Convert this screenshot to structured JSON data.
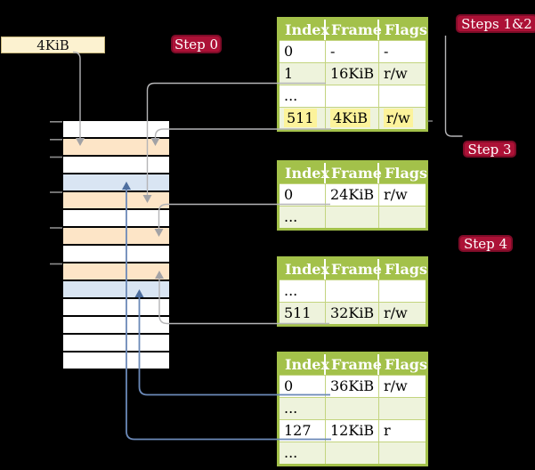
{
  "colors": {
    "background": "#000000",
    "badge_bg": "#ac1136",
    "badge_border": "#7e0c28",
    "box_bg": "#fcf2d0",
    "box_border": "#c9b87c",
    "table_header_bg": "#a3c14a",
    "table_border": "#a3c14a",
    "table_grid": "#c3d47f",
    "row_green": "#eef3dc",
    "highlight_yellow": "#fcf39b",
    "mem_white": "#ffffff",
    "mem_peach": "#fde5c7",
    "mem_blue": "#d9e5f3",
    "line_gray": "#b5b5b7",
    "arrow_gray": "#a2a2a5",
    "line_blue": "#6b89b8",
    "arrow_blue": "#4e6f9f"
  },
  "frame_box": {
    "label": "4KiB"
  },
  "badges": [
    {
      "label": "Step 0"
    },
    {
      "label": "Steps 1&2"
    },
    {
      "label": "Step 3"
    },
    {
      "label": "Step 4"
    }
  ],
  "page_tables": [
    {
      "columns": [
        "Index",
        "Frame",
        "Flags"
      ],
      "rows": [
        {
          "cells": [
            "0",
            "-",
            "-"
          ],
          "shaded": false,
          "highlight": false
        },
        {
          "cells": [
            "1",
            "16KiB",
            "r/w"
          ],
          "shaded": true,
          "highlight": false
        },
        {
          "cells": [
            "...",
            "",
            ""
          ],
          "shaded": false,
          "highlight": false
        },
        {
          "cells": [
            "511",
            "4KiB",
            "r/w"
          ],
          "shaded": true,
          "highlight": true
        }
      ]
    },
    {
      "columns": [
        "Index",
        "Frame",
        "Flags"
      ],
      "rows": [
        {
          "cells": [
            "0",
            "24KiB",
            "r/w"
          ],
          "shaded": false,
          "highlight": false
        },
        {
          "cells": [
            "...",
            "",
            ""
          ],
          "shaded": true,
          "highlight": false
        }
      ]
    },
    {
      "columns": [
        "Index",
        "Frame",
        "Flags"
      ],
      "rows": [
        {
          "cells": [
            "...",
            "",
            ""
          ],
          "shaded": false,
          "highlight": false
        },
        {
          "cells": [
            "511",
            "32KiB",
            "r/w"
          ],
          "shaded": true,
          "highlight": false
        }
      ]
    },
    {
      "columns": [
        "Index",
        "Frame",
        "Flags"
      ],
      "rows": [
        {
          "cells": [
            "0",
            "36KiB",
            "r/w"
          ],
          "shaded": false,
          "highlight": false
        },
        {
          "cells": [
            "...",
            "",
            ""
          ],
          "shaded": true,
          "highlight": false
        },
        {
          "cells": [
            "127",
            "12KiB",
            "r"
          ],
          "shaded": false,
          "highlight": false
        },
        {
          "cells": [
            "...",
            "",
            ""
          ],
          "shaded": true,
          "highlight": false
        }
      ]
    }
  ],
  "memory_column": {
    "rows": [
      "white",
      "peach",
      "white",
      "blue",
      "peach",
      "white",
      "peach",
      "white",
      "peach",
      "blue",
      "white",
      "white",
      "white",
      "white"
    ]
  }
}
